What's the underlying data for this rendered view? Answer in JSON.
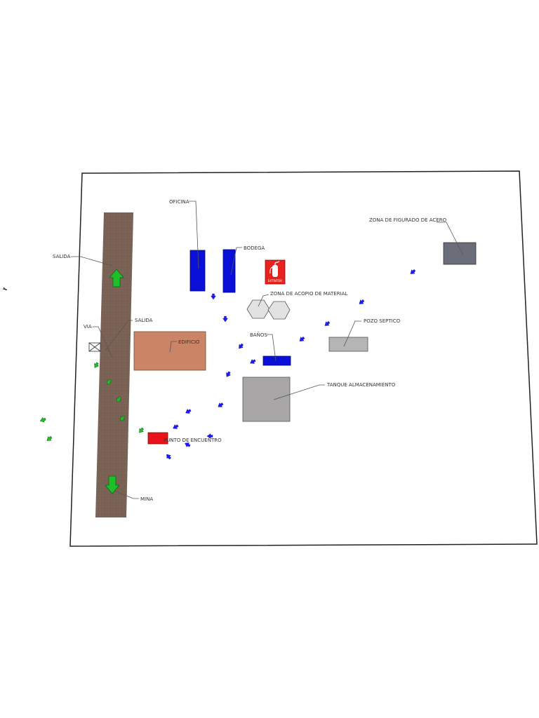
{
  "labels": {
    "oficina": "OFICINA",
    "bodega": "BODEGA",
    "salida_top": "SALIDA",
    "salida_mid": "SALIDA",
    "via": "VIA",
    "edificio": "EDIFICIO",
    "zona_acopio": "ZONA DE ACOPIO DE MATERIAL",
    "banos": "BAÑOS",
    "pozo_septico": "POZO SEPTICO",
    "zona_figurado": "ZONA DE FIGURADO DE ACERO",
    "tanque": "TANQUE ALMACENAMIENTO",
    "punto_encuentro": "PUNTO DE ENCUENTRO",
    "mina": "MINA",
    "extintor": "EXTINTOR"
  },
  "colors": {
    "road": "#7a6255",
    "office_blue": "#0a10d8",
    "edificio": "#c98566",
    "tanque": "#a8a6a6",
    "pozo": "#b5b5b5",
    "zona_figurado": "#6b6e78",
    "meeting_red": "#e8141a",
    "exit_green": "#1fbf2a",
    "route_blue": "#1a1aff",
    "extinguisher_red": "#e8221e",
    "hexagon": "#e2e2e2"
  },
  "icons": {
    "exit_arrow": "arrow-icon",
    "fire_extinguisher": "fire-extinguisher-icon",
    "via_marker": "crossed-box-icon"
  }
}
